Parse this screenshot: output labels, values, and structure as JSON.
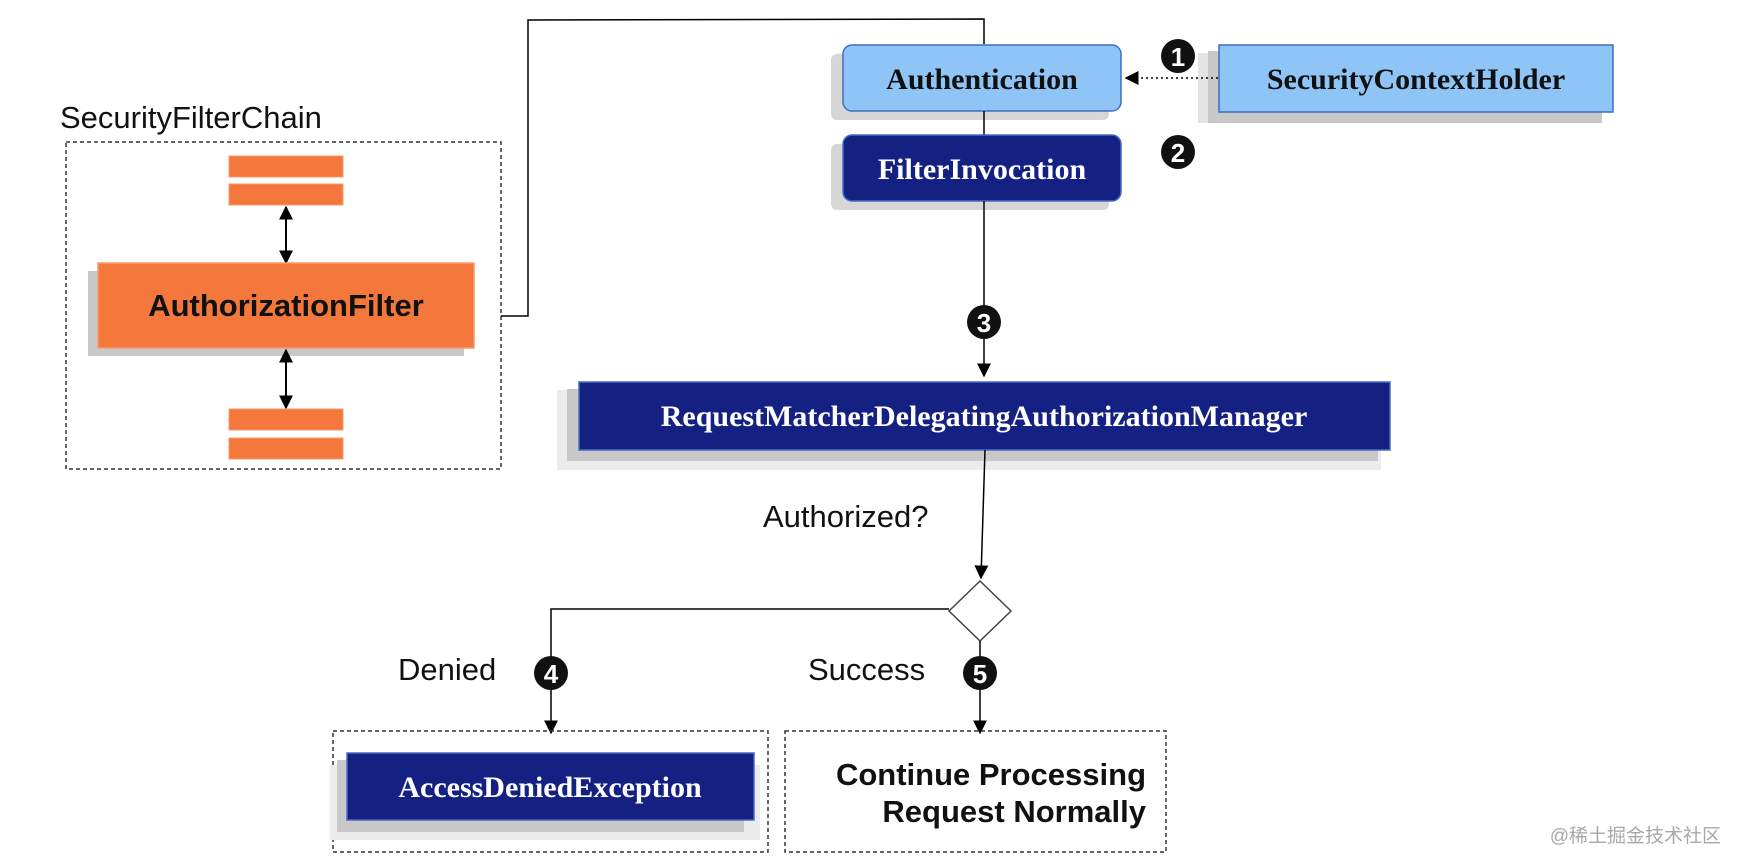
{
  "diagram": {
    "chain": {
      "title": "SecurityFilterChain",
      "filter_label": "AuthorizationFilter"
    },
    "boxes": {
      "authentication": "Authentication",
      "security_context_holder": "SecurityContextHolder",
      "filter_invocation": "FilterInvocation",
      "manager": "RequestMatcherDelegatingAuthorizationManager",
      "access_denied": "AccessDeniedException",
      "continue_line1": "Continue Processing",
      "continue_line2": "Request Normally"
    },
    "labels": {
      "authorized": "Authorized?",
      "denied": "Denied",
      "success": "Success"
    },
    "steps": [
      "1",
      "2",
      "3",
      "4",
      "5"
    ],
    "watermark": "@稀土掘金技术社区",
    "colors": {
      "orange": "#f4773b",
      "navy": "#142182",
      "light_blue": "#8ec4f6",
      "shadow": "#c8c8c8"
    }
  }
}
